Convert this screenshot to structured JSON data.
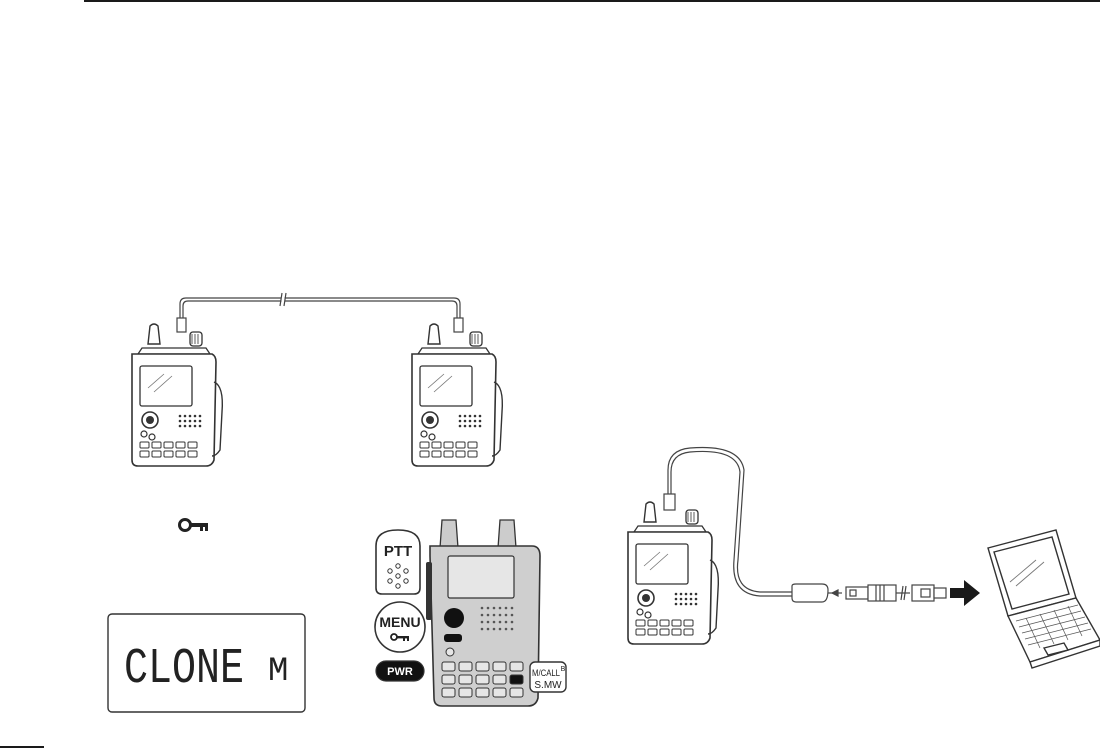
{
  "lcd": {
    "main_text": "CLONE",
    "indicator": "M"
  },
  "keys": {
    "ptt": "PTT",
    "menu": "MENU",
    "pwr": "PWR",
    "mcall_top": "M/CALL",
    "mcall_sup": "B",
    "mcall_bottom": "S.MW"
  },
  "icons": [
    "key-icon",
    "transceiver-icon",
    "laptop-icon",
    "arrow-right-icon"
  ]
}
